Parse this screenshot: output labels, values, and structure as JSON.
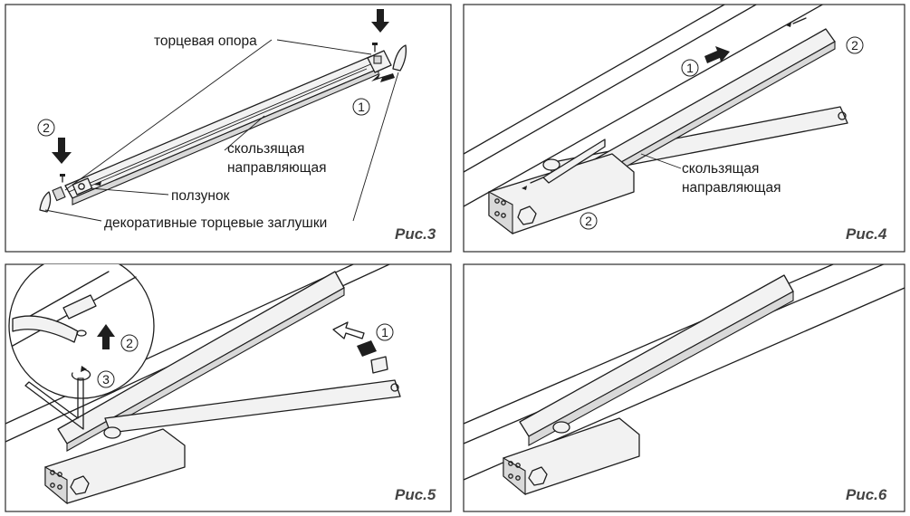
{
  "panels": {
    "fig3": {
      "caption": "Рис.3",
      "labels": {
        "end_support": "торцевая опора",
        "sliding_guide_line1": "скользящая",
        "sliding_guide_line2": "направляющая",
        "slider": "ползунок",
        "end_caps": "декоративные торцевые заглушки"
      },
      "step_numbers": [
        "1",
        "2"
      ]
    },
    "fig4": {
      "caption": "Рис.4",
      "labels": {
        "sliding_guide_line1": "скользящая",
        "sliding_guide_line2": "направляющая"
      },
      "step_numbers": [
        "1",
        "2",
        "2"
      ]
    },
    "fig5": {
      "caption": "Рис.5",
      "step_numbers": [
        "1",
        "2",
        "3"
      ]
    },
    "fig6": {
      "caption": "Рис.6"
    }
  },
  "colors": {
    "ink": "#1e1e1e",
    "caption": "#444444",
    "background": "#ffffff"
  }
}
